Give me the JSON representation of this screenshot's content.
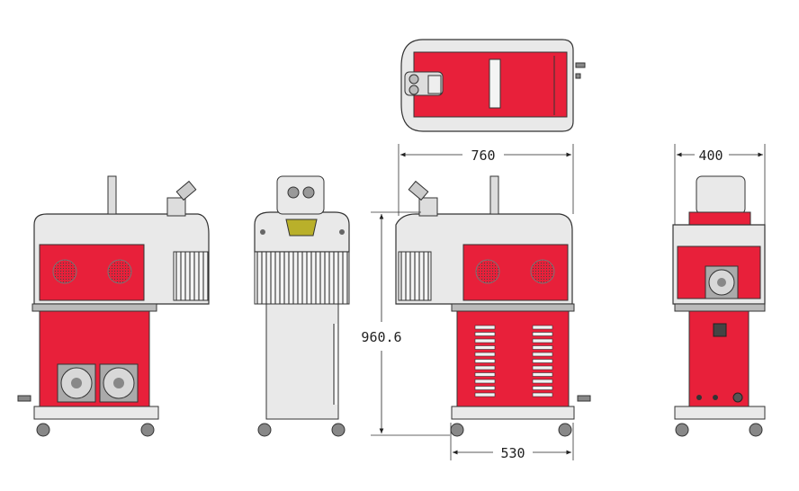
{
  "dimensions": {
    "top_width": "760",
    "height": "960.6",
    "depth": "530",
    "back_width": "400"
  },
  "colors": {
    "red": "#e8203a",
    "body": "#e9e9e9",
    "outline": "#333333",
    "dark": "#555555"
  }
}
